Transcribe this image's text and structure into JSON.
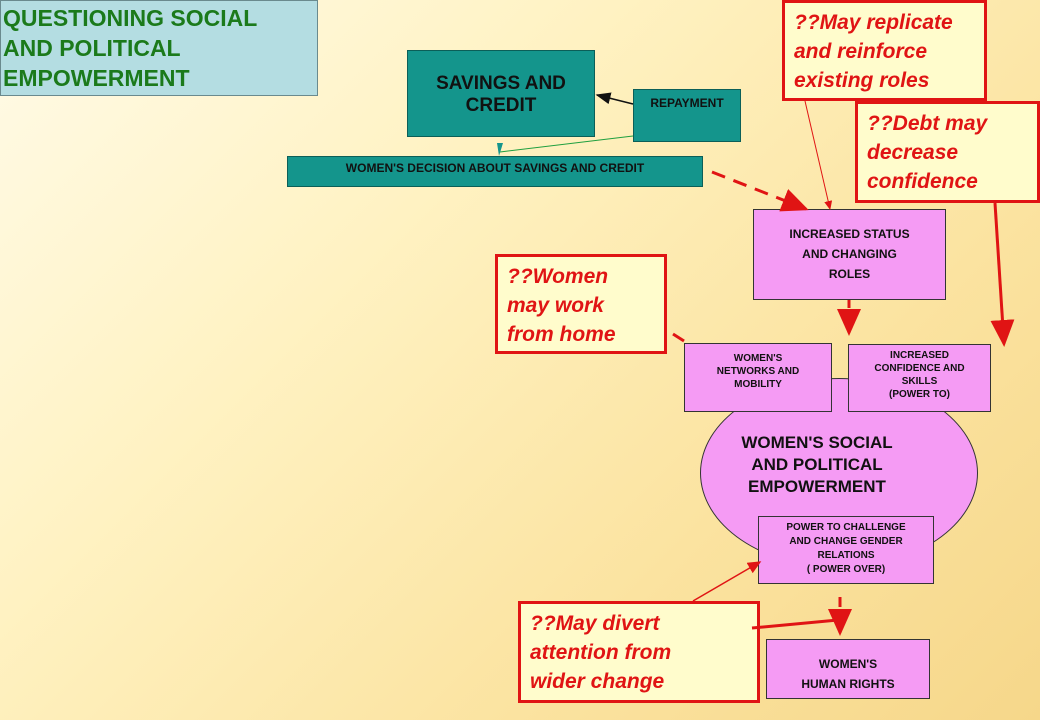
{
  "title": {
    "lines": [
      "QUESTIONING SOCIAL",
      "AND POLITICAL",
      "EMPOWERMENT"
    ]
  },
  "nodes": {
    "savings": {
      "lines": [
        "SAVINGS AND",
        "CREDIT"
      ]
    },
    "repayment": "REPAYMENT",
    "decision": "WOMEN'S DECISION ABOUT  SAVINGS AND CREDIT",
    "status": {
      "lines": [
        "INCREASED STATUS",
        "AND CHANGING",
        "ROLES"
      ]
    },
    "networks": {
      "lines": [
        "WOMEN'S",
        "NETWORKS AND",
        "MOBILITY"
      ]
    },
    "confidence": {
      "lines": [
        "INCREASED",
        "CONFIDENCE AND",
        "SKILLS",
        "(POWER TO)"
      ]
    },
    "empowerment": {
      "lines": [
        "WOMEN'S SOCIAL",
        "AND POLITICAL",
        "EMPOWERMENT"
      ]
    },
    "power_over": {
      "lines": [
        "POWER TO CHALLENGE",
        "AND CHANGE GENDER",
        "RELATIONS",
        "( POWER OVER)"
      ]
    },
    "rights": {
      "lines": [
        "WOMEN'S",
        "HUMAN RIGHTS"
      ]
    }
  },
  "notes": {
    "replicate": {
      "lines": [
        "??May replicate",
        "and reinforce",
        "existing roles"
      ]
    },
    "debt": {
      "lines": [
        "??Debt may",
        "decrease",
        "confidence"
      ]
    },
    "home": {
      "lines": [
        "??Women",
        "may work",
        "from home"
      ]
    },
    "divert": {
      "lines": [
        "??May divert",
        "attention from",
        "wider change"
      ]
    }
  },
  "colors": {
    "title_bg": "#b4dde2",
    "title_text": "#1b7a1b",
    "teal": "#14958c",
    "pink": "#f59bf4",
    "note_bg": "#fffccc",
    "alert_red": "#e01414"
  }
}
